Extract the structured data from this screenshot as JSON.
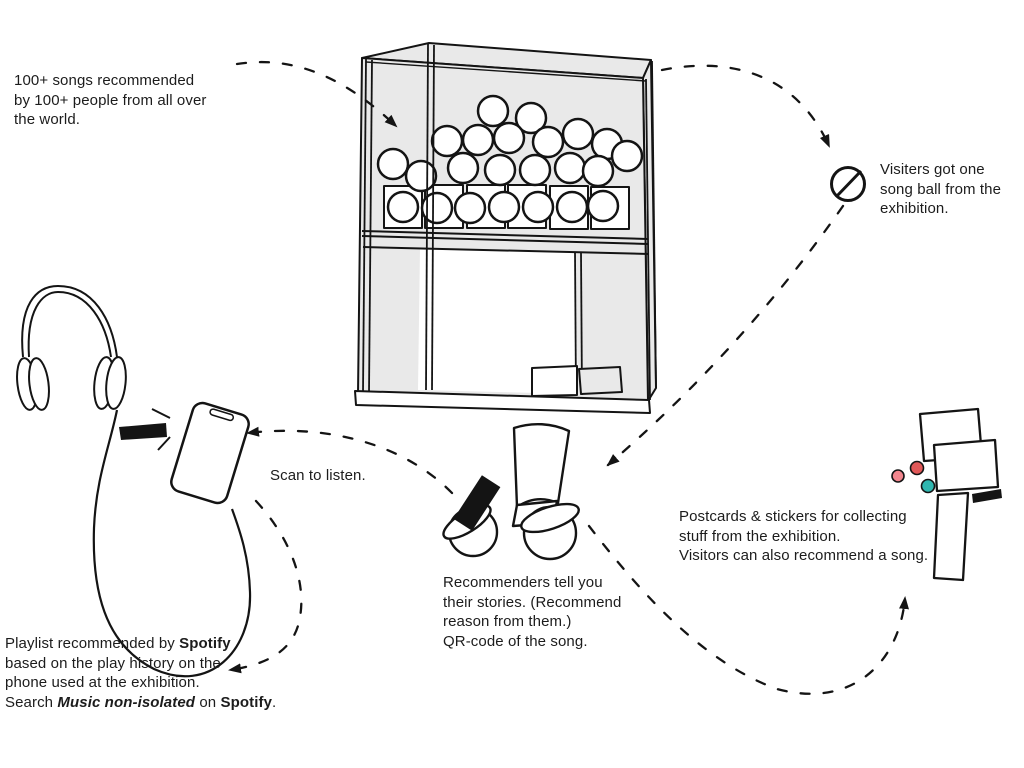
{
  "notes": {
    "songs": {
      "lines": [
        "100+ songs recommended",
        "by 100+ people from all over",
        "the world."
      ]
    },
    "visitors": {
      "lines": [
        "Visiters got one",
        "song ball from the",
        "exhibition."
      ]
    },
    "postcards": {
      "lines": [
        "Postcards & stickers for collecting",
        "stuff from the exhibition.",
        "Visitors can also recommend a song."
      ]
    },
    "recommenders": {
      "lines": [
        "Recommenders tell you",
        "their stories. (Recommend",
        "reason from them.)",
        "QR-code of the song."
      ]
    },
    "scan": {
      "text": "Scan to listen."
    },
    "playlist": {
      "l1a": "Playlist recommended by ",
      "l1b": "Spotify",
      "l2": "based on the play history on the",
      "l3": "phone used at the exhibition.",
      "l4a": "Search ",
      "l4b": "Music non-isolated",
      "l4c": " on ",
      "l4d": "Spotify",
      "l4e": "."
    }
  },
  "art": {
    "colors": {
      "ink": "#141414",
      "glass": "#e9e9e9",
      "paper": "#ffffff",
      "dot_pink": "#f2868e",
      "dot_red": "#e15858",
      "dot_teal": "#2fb7b0"
    },
    "illustrations": [
      "gumball-machine",
      "song-ball-icon",
      "headphones-and-phone",
      "capsules-and-ticket",
      "postcards-and-stickers"
    ]
  }
}
